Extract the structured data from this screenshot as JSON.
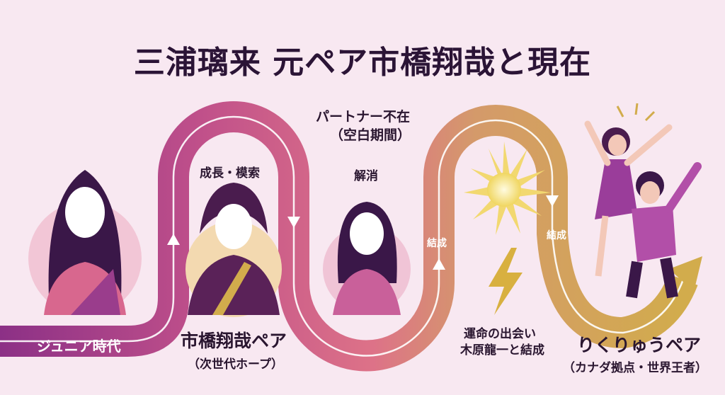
{
  "title": "三浦璃来 元ペア市橋翔哉と現在",
  "stages": {
    "junior": "ジュニア時代",
    "growth": "成長・模索",
    "ichihashi_pair": "市橋翔哉ペア",
    "ichihashi_sub": "（次世代ホープ）",
    "no_partner": "パートナー不在",
    "no_partner_sub": "（空白期間）",
    "dissolve": "解消",
    "formed_1": "結成",
    "formed_2": "結成",
    "fate_line1": "運命の出会い",
    "fate_line2": "木原龍一と結成",
    "rikuryu_pair": "りくりゅうペア",
    "rikuryu_sub": "（カナダ拠点・世界王者）"
  },
  "colors": {
    "background": "#f8e8f1",
    "purple": "#8a2f86",
    "pink": "#d8678e",
    "gold": "#d2ac4c"
  }
}
